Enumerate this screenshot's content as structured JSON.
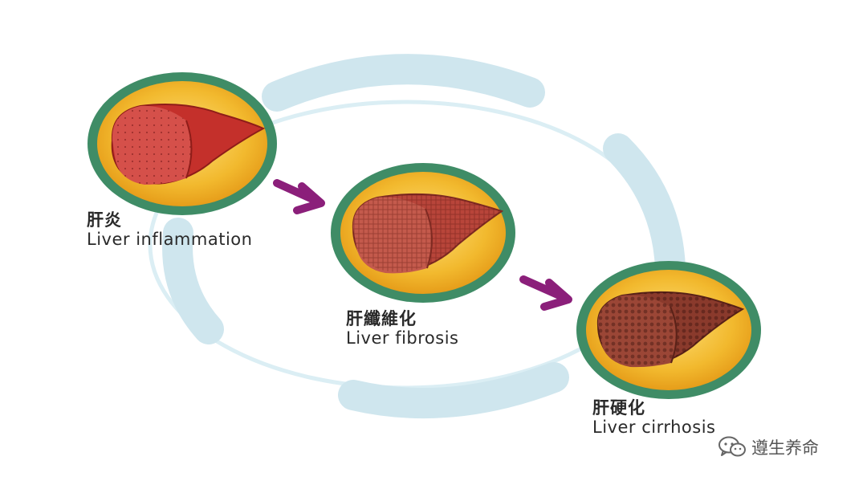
{
  "stages": [
    {
      "id": "inflammation",
      "zh": "肝炎",
      "en": "Liver inflammation",
      "liver_color": "#c4302b",
      "liver_dark": "#8f1d19"
    },
    {
      "id": "fibrosis",
      "zh": "肝纖維化",
      "en": "Liver fibrosis",
      "liver_color": "#b8453a",
      "liver_dark": "#7f2a22"
    },
    {
      "id": "cirrhosis",
      "zh": "肝硬化",
      "en": "Liver cirrhosis",
      "liver_color": "#8a3a2c",
      "liver_dark": "#5a2218"
    }
  ],
  "colors": {
    "ring_outer": "#3f8c66",
    "ring_inner_fill": "#f2b92e",
    "ring_inner_light": "#fde07a",
    "cycle_band": "#cfe6ee",
    "cycle_line": "#dbeef4",
    "arrow": "#8b1f7a"
  },
  "watermark": {
    "text": "遵生养命",
    "icon": "wechat-icon"
  }
}
